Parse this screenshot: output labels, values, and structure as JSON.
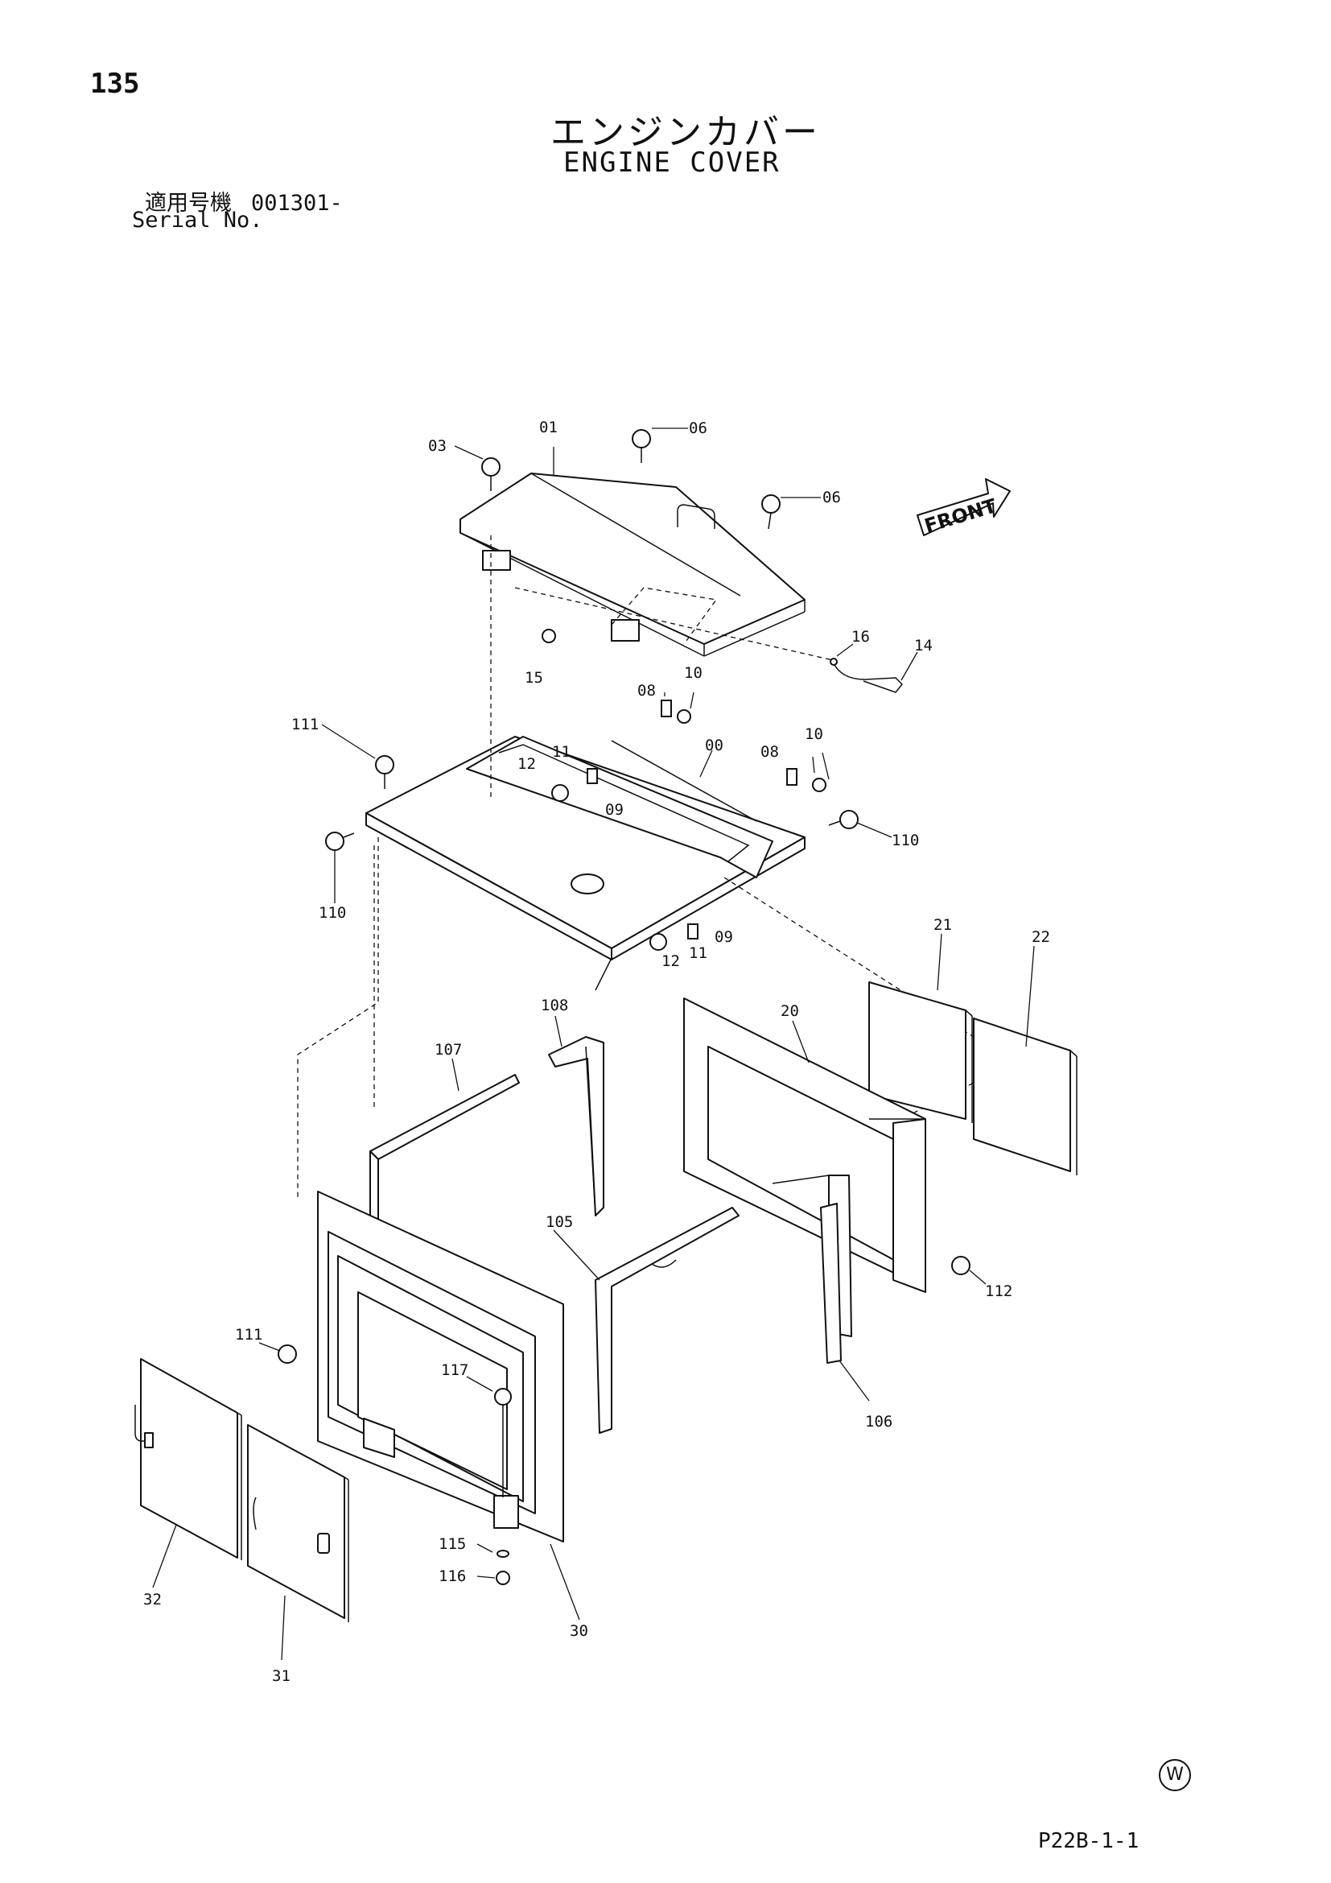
{
  "header": {
    "page_number": "135",
    "title_jp": "エンジンカバー",
    "title_en": "ENGINE COVER",
    "serial_label_jp": "適用号機",
    "serial_value": "001301-",
    "serial_label_en": "Serial No."
  },
  "diagram": {
    "front_label": "FRONT",
    "callouts": [
      "01",
      "03",
      "06",
      "06",
      "16",
      "14",
      "15",
      "08",
      "10",
      "08",
      "10",
      "111",
      "12",
      "11",
      "09",
      "00",
      "110",
      "110",
      "12",
      "11",
      "09",
      "21",
      "22",
      "20",
      "108",
      "107",
      "105",
      "112",
      "106",
      "111",
      "117",
      "115",
      "116",
      "30",
      "32",
      "31"
    ]
  },
  "footer": {
    "watermark": "W",
    "reference": "P22B-1-1"
  }
}
